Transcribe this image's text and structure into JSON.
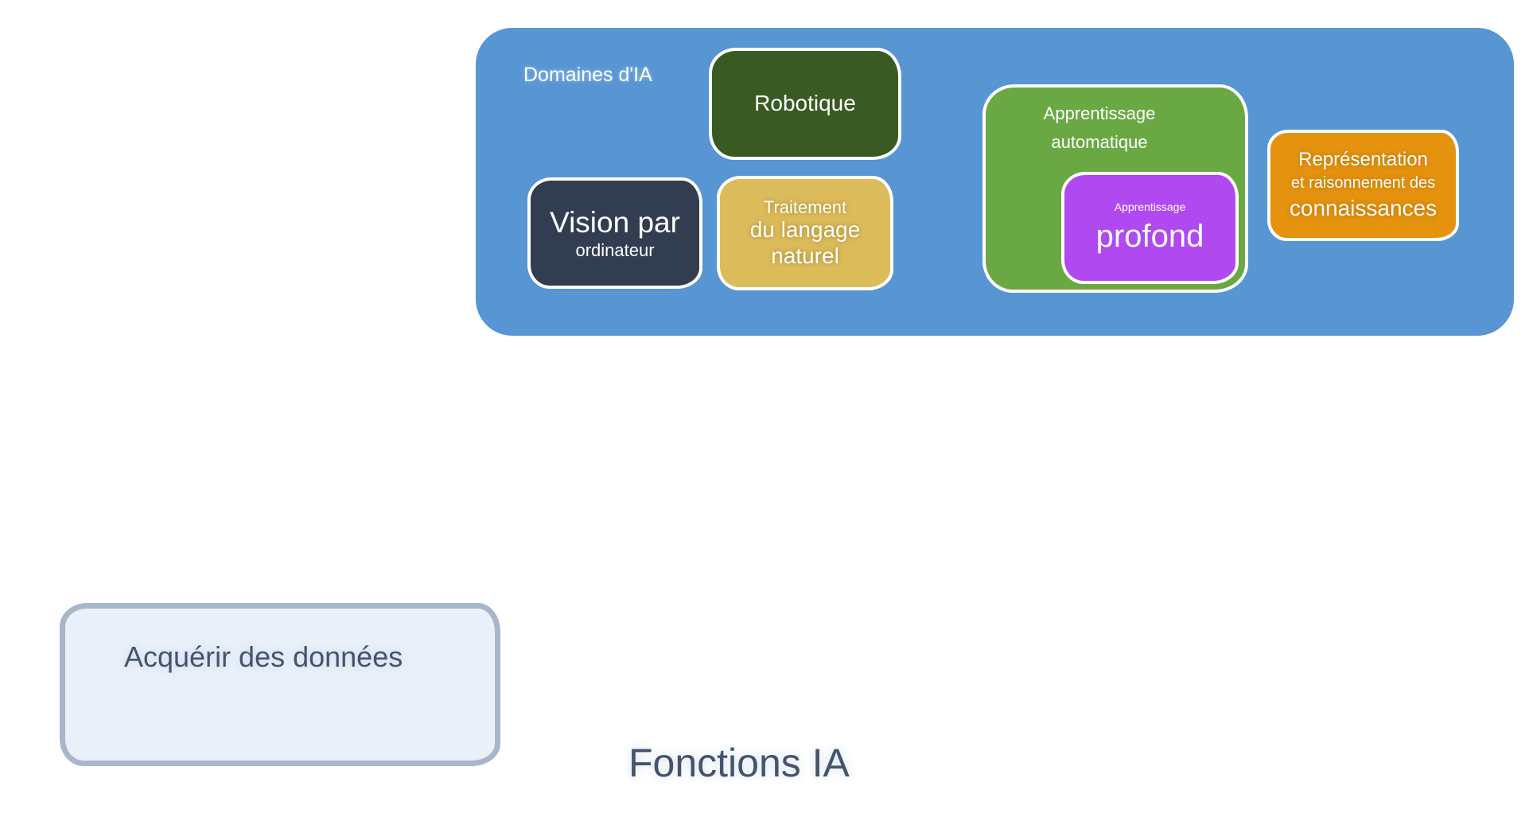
{
  "colors": {
    "background_black": "#000000",
    "page_white": "#ffffff",
    "container_blue": "#5795d3",
    "robotics_green_dark": "#3d5c28",
    "vision_navy": "#343d4e",
    "nlp_yellow": "#dfc663",
    "ml_green": "#6aa844",
    "deep_learning_purple": "#bf42e8",
    "knowledge_orange": "#e8960f",
    "acquire_fill": "#e8eef7",
    "acquire_border": "#a6b5c8",
    "lower_text": "#3c5065"
  },
  "ai_domains": {
    "title": "Domaines d'IA",
    "nodes": {
      "robotics": {
        "label": "Robotique"
      },
      "computer_vision": {
        "line1": "Vision par",
        "line2": "ordinateur"
      },
      "nlp": {
        "line1": "Traitement",
        "line2": "du langage",
        "line3": "naturel"
      },
      "machine_learning": {
        "line1": "Apprentissage",
        "line2": "automatique"
      },
      "deep_learning": {
        "line1": "Apprentissage",
        "line2": "profond"
      },
      "knowledge_representation": {
        "line1": "Représentation",
        "line2": "et raisonnement des",
        "line3": "connaissances"
      }
    }
  },
  "lower_section": {
    "acquire_data_label": "Acquérir des données",
    "functions_label": "Fonctions IA"
  }
}
